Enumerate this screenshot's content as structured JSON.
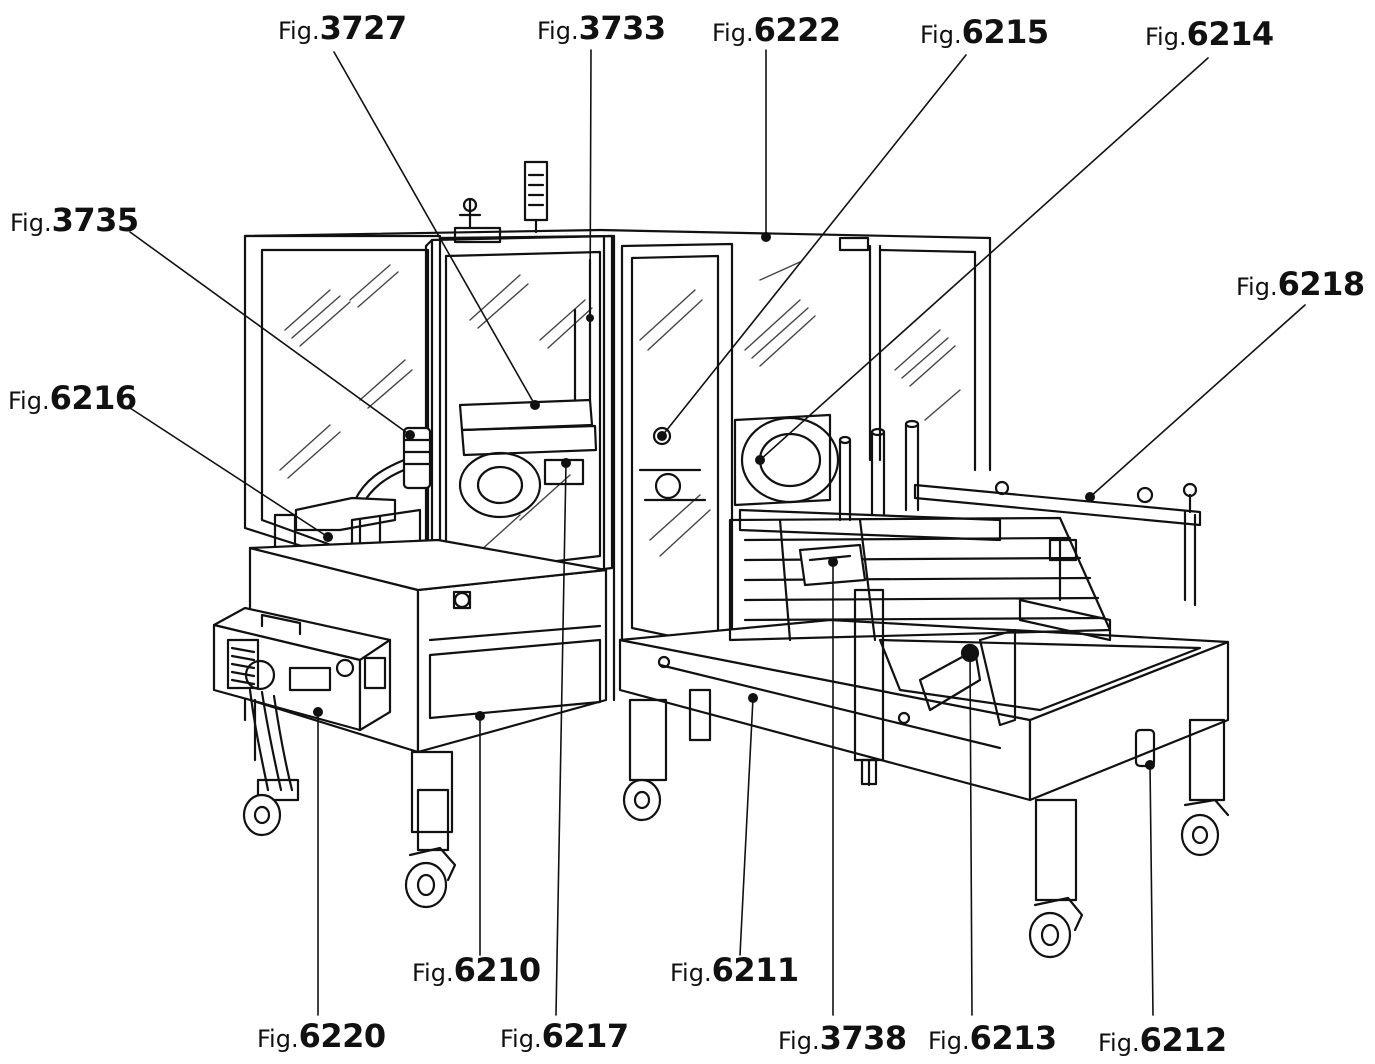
{
  "callouts": [
    {
      "id": "c3727",
      "prefix": "Fig.",
      "number": "3727"
    },
    {
      "id": "c3733",
      "prefix": "Fig.",
      "number": "3733"
    },
    {
      "id": "c6222",
      "prefix": "Fig.",
      "number": "6222"
    },
    {
      "id": "c6215",
      "prefix": "Fig.",
      "number": "6215"
    },
    {
      "id": "c6214",
      "prefix": "Fig.",
      "number": "6214"
    },
    {
      "id": "c3735",
      "prefix": "Fig.",
      "number": "3735"
    },
    {
      "id": "c6218",
      "prefix": "Fig.",
      "number": "6218"
    },
    {
      "id": "c6216",
      "prefix": "Fig.",
      "number": "6216"
    },
    {
      "id": "c6210",
      "prefix": "Fig.",
      "number": "6210"
    },
    {
      "id": "c6211",
      "prefix": "Fig.",
      "number": "6211"
    },
    {
      "id": "c6220",
      "prefix": "Fig.",
      "number": "6220"
    },
    {
      "id": "c6217",
      "prefix": "Fig.",
      "number": "6217"
    },
    {
      "id": "c3738",
      "prefix": "Fig.",
      "number": "3738"
    },
    {
      "id": "c6213",
      "prefix": "Fig.",
      "number": "6213"
    },
    {
      "id": "c6212",
      "prefix": "Fig.",
      "number": "6212"
    }
  ],
  "colors": {
    "ink": "#111111",
    "panel": "#ffffff",
    "glass_hatch": "#555555"
  }
}
